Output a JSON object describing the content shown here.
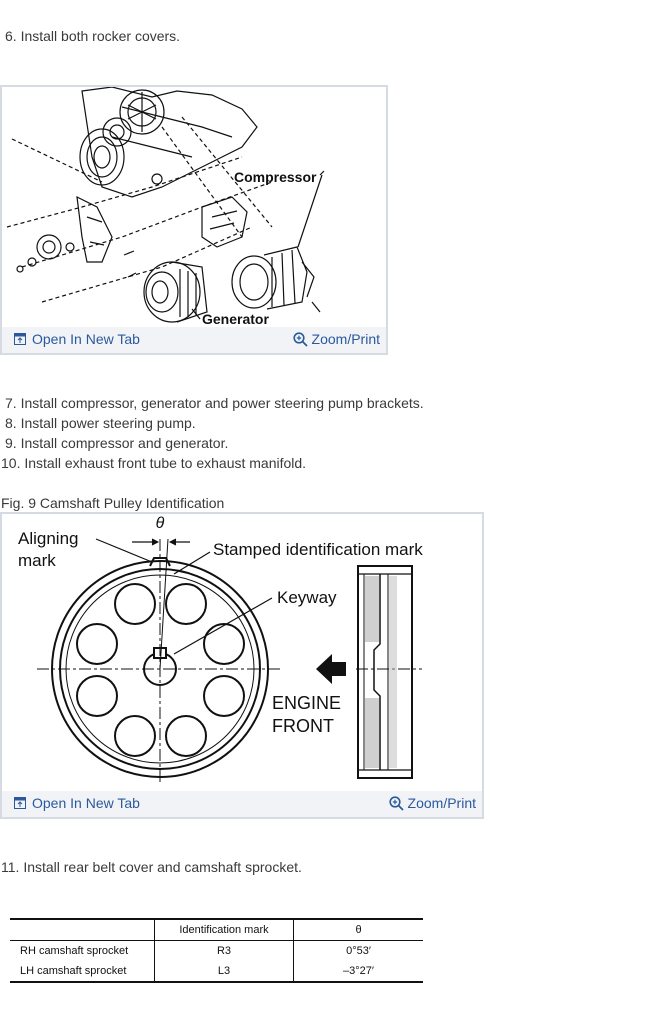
{
  "steps": {
    "s6": "6. Install both rocker covers.",
    "s7": "7. Install compressor, generator and power steering pump brackets.",
    "s8": "8. Install power steering pump.",
    "s9": "9. Install compressor and generator.",
    "s10": "10. Install exhaust front tube to exhaust manifold.",
    "s11": "11. Install rear belt cover and camshaft sprocket."
  },
  "figure1": {
    "label_compressor": "Compressor",
    "label_generator": "Generator",
    "open_label": "Open In New Tab",
    "zoom_label": "Zoom/Print"
  },
  "figure2": {
    "caption": "Fig. 9 Camshaft Pulley Identification",
    "label_theta": "θ",
    "label_aligning": "Aligning",
    "label_mark": "mark",
    "label_stamped": "Stamped identification mark",
    "label_keyway": "Keyway",
    "label_engine": "ENGINE",
    "label_front": "FRONT",
    "open_label": "Open In New Tab",
    "zoom_label": "Zoom/Print"
  },
  "spec_table": {
    "headers": [
      "",
      "Identification mark",
      "θ"
    ],
    "rows": [
      [
        "RH camshaft sprocket",
        "R3",
        "0°53′"
      ],
      [
        "LH camshaft sprocket",
        "L3",
        "–3°27′"
      ]
    ]
  },
  "colors": {
    "link": "#2a5a9c",
    "figure_border": "#d6dbe3",
    "figure_bar": "#f1f3f6"
  },
  "icons": {
    "open": "open-new-tab-icon",
    "zoom": "zoom-icon"
  }
}
